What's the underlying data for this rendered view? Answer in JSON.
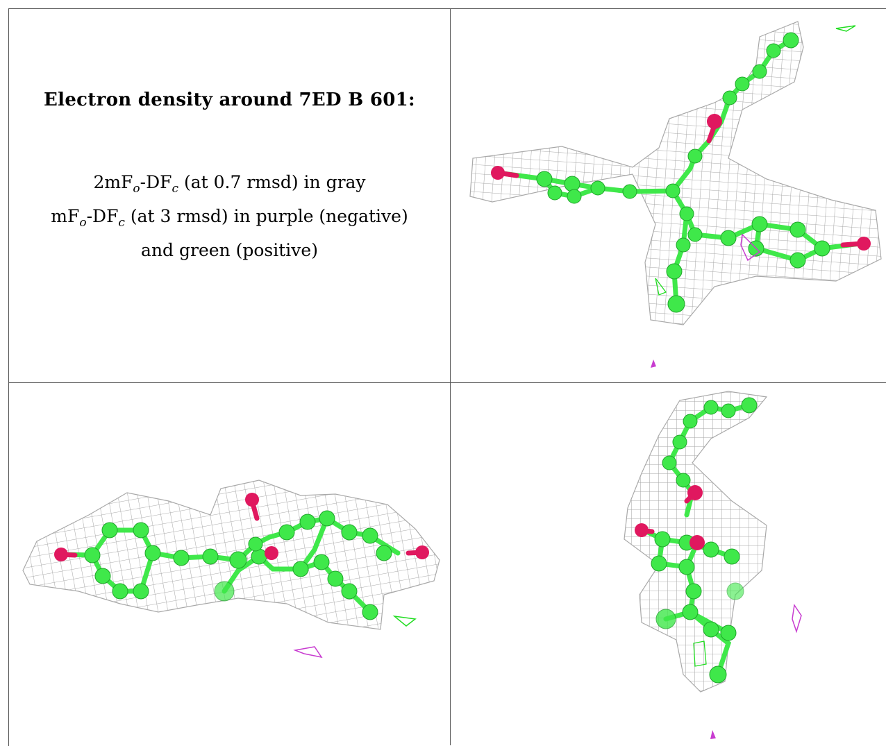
{
  "title": "Electron density around 7ED B 601:",
  "legend": {
    "line1": {
      "a": "2mF",
      "b": "o",
      "c": "-DF",
      "d": "c",
      "e": " (at 0.7 rmsd) in gray"
    },
    "line2": {
      "a": "mF",
      "b": "o",
      "c": "-DF",
      "d": "c",
      "e": " (at 3 rmsd) in purple (negative)"
    },
    "line3": "and green (positive)"
  },
  "colors": {
    "mesh": "#a9a9a9",
    "carbon": "#3fe84a",
    "oxygen": "#e0185f",
    "negative": "#c83cd0",
    "positive": "#22dd22"
  },
  "panels": [
    "view-1",
    "view-2",
    "view-3"
  ]
}
